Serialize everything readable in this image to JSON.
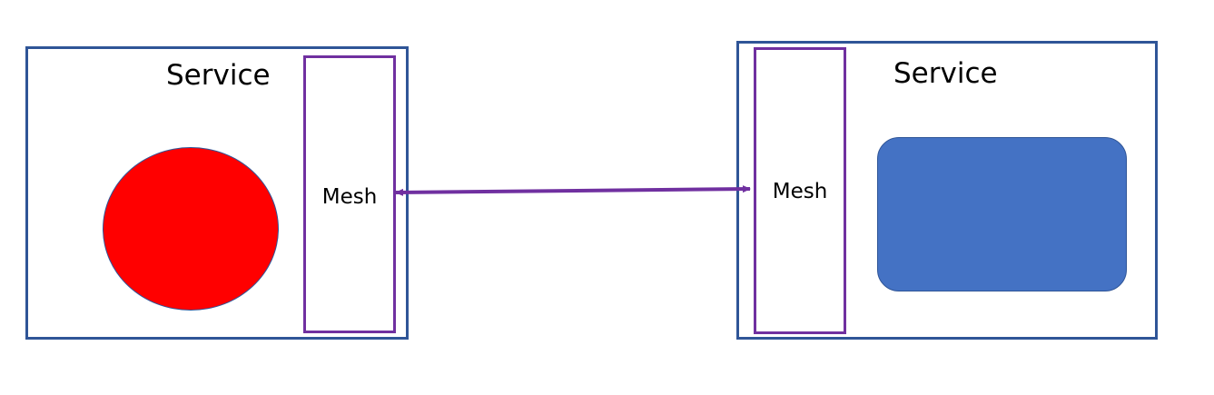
{
  "diagram": {
    "left_service": {
      "title": "Service",
      "mesh_label": "Mesh"
    },
    "right_service": {
      "title": "Service",
      "mesh_label": "Mesh"
    },
    "colors": {
      "service_border": "#2f5597",
      "mesh_border": "#7030a0",
      "circle_fill": "#ff0000",
      "rect_fill": "#4472c4",
      "connector": "#7030a0"
    }
  }
}
